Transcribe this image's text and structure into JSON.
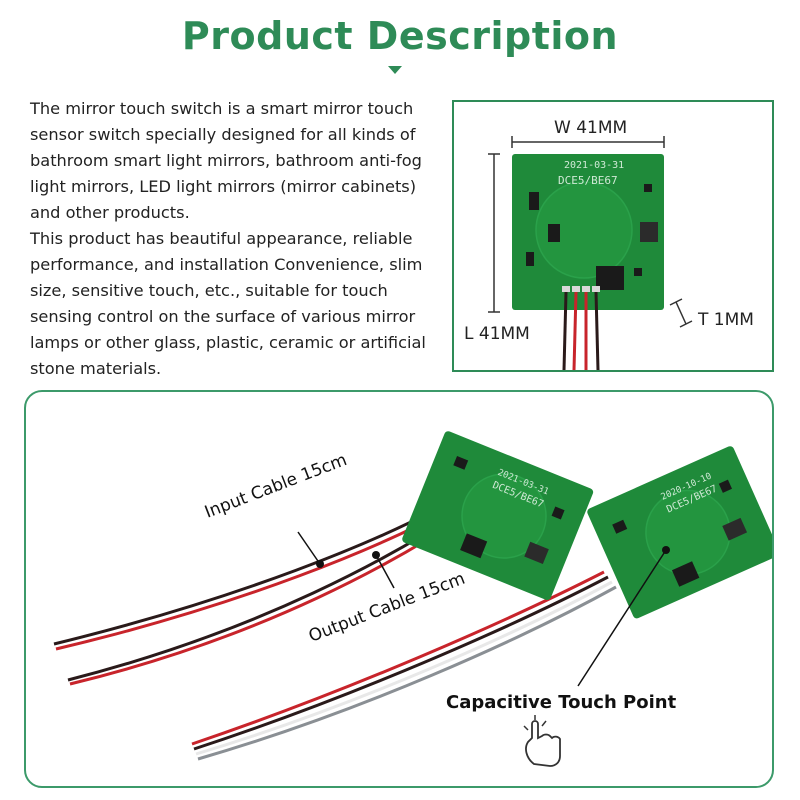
{
  "header": {
    "title": "Product Description"
  },
  "description": {
    "paragraph1": "The mirror touch switch is a smart mirror touch sensor switch specially designed for all kinds of bathroom smart light mirrors, bathroom anti-fog light mirrors, LED light mirrors (mirror cabinets) and other products.",
    "paragraph2": "This product has beautiful appearance, reliable performance, and installation Convenience, slim size, sensitive touch, etc., suitable for touch sensing control on the surface of various mirror lamps or other glass, plastic, ceramic or artificial stone materials."
  },
  "spec_diagram": {
    "width_label": "W 41MM",
    "length_label": "L 41MM",
    "thickness_label": "T 1MM",
    "board_date": "2021-03-31",
    "board_model": "DCE5/BE67"
  },
  "product_photo": {
    "input_cable_label": "Input Cable 15cm",
    "output_cable_label": "Output Cable 15cm",
    "touch_point_label": "Capacitive Touch Point",
    "board1_date": "2021-03-31",
    "board1_model": "DCE5/BE67",
    "board2_date": "2020-10-10",
    "board2_model": "DCE5/BE67"
  },
  "colors": {
    "accent": "#2e8b57",
    "pcb": "#1f8a3a",
    "wire_red": "#c8242b",
    "wire_black": "#2a1a1a",
    "wire_white": "#e8e8e8",
    "wire_gray": "#8a8f94"
  },
  "icons": {
    "hand": "pointing-hand-icon"
  }
}
